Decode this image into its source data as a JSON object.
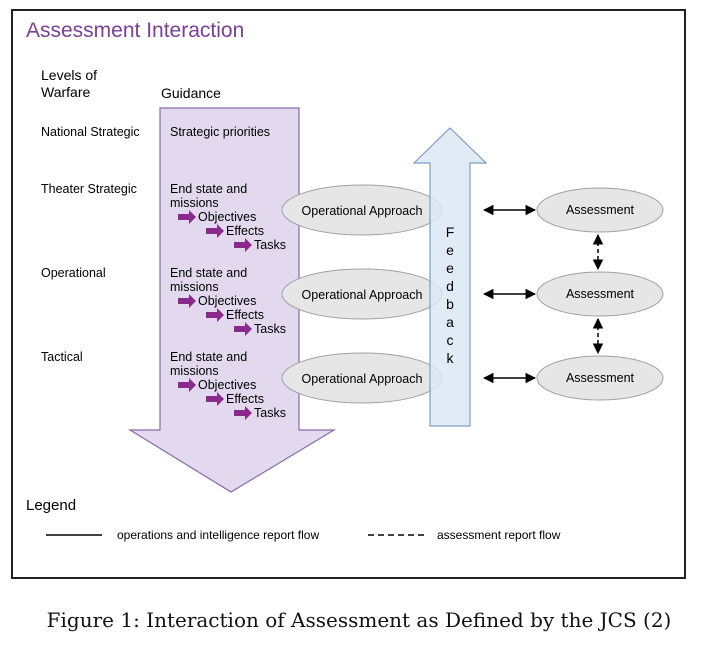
{
  "title": "Assessment Interaction",
  "headers": {
    "levels_line1": "Levels of",
    "levels_line2": "Warfare",
    "guidance": "Guidance"
  },
  "levels": [
    "National Strategic",
    "Theater Strategic",
    "Operational",
    "Tactical"
  ],
  "strategic_priorities": "Strategic priorities",
  "guidance_block": {
    "line1": "End state and",
    "line2": "missions",
    "objectives": "Objectives",
    "effects": "Effects",
    "tasks": "Tasks"
  },
  "operational_approach": "Operational Approach",
  "assessment": "Assessment",
  "feedback_letters": [
    "F",
    "e",
    "e",
    "d",
    "b",
    "a",
    "c",
    "k"
  ],
  "legend": {
    "title": "Legend",
    "solid": "operations and intelligence report flow",
    "dashed": "assessment report flow"
  },
  "caption": "Figure 1: Interaction of Assessment as Defined by the JCS (2)",
  "colors": {
    "title": "#7b3f98",
    "guidance_fill": "#e3d9ee",
    "guidance_stroke": "#8a6aa8",
    "feedback_fill": "#dce7f5",
    "feedback_stroke": "#7f9cc7",
    "ellipse_fill": "#e6e6e6",
    "ellipse_stroke": "#a0a0a0",
    "small_arrow": "#8a2a8c"
  }
}
